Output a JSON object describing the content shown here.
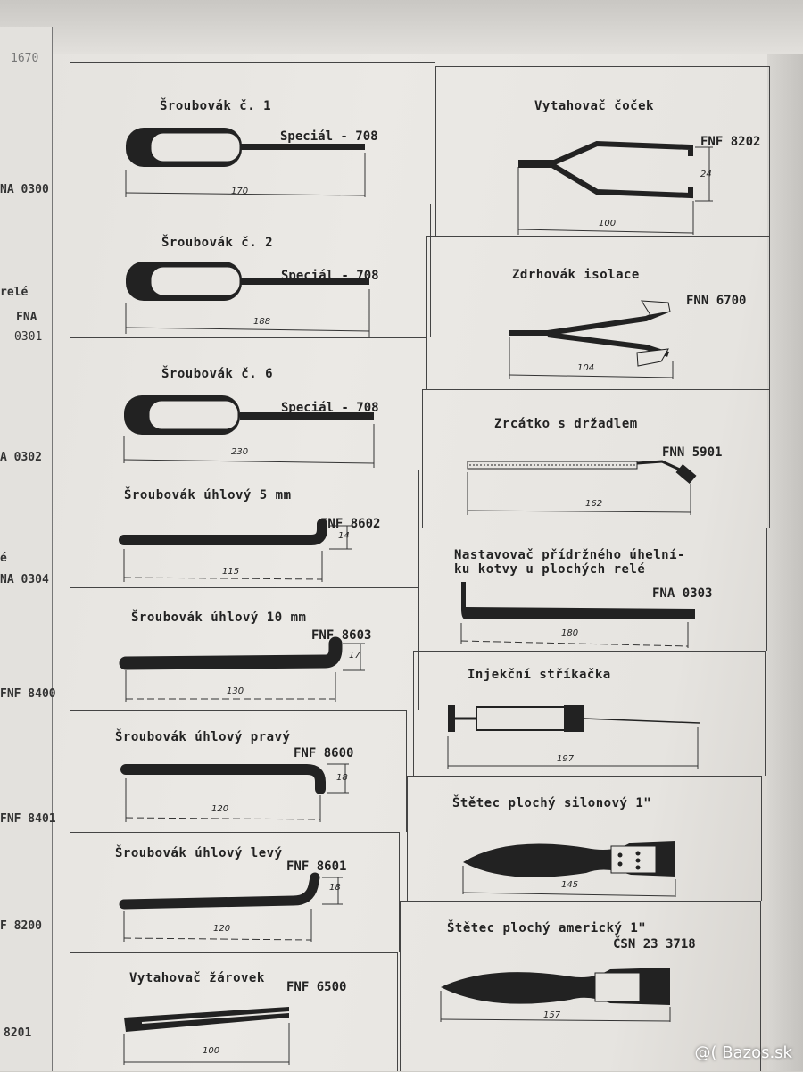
{
  "left_fragments": [
    "1670",
    "NA 0300",
    "relé",
    "FNA",
    "0301",
    "A 0302",
    "é",
    "NA 0304",
    "FNF 8400",
    "FNF 8401",
    "F 8200",
    "8201"
  ],
  "left_column": [
    {
      "title": "Šroubovák č. 1",
      "code": "Speciál - 708",
      "dimension": "170"
    },
    {
      "title": "Šroubovák č. 2",
      "code": "Speciál - 708",
      "dimension": "188"
    },
    {
      "title": "Šroubovák č. 6",
      "code": "Speciál - 708",
      "dimension": "230"
    },
    {
      "title": "Šroubovák úhlový 5 mm",
      "code": "FNF 8602",
      "dimension": "115",
      "height_dim": "14"
    },
    {
      "title": "Šroubovák úhlový 10 mm",
      "code": "FNF 8603",
      "dimension": "130",
      "height_dim": "17"
    },
    {
      "title": "Šroubovák úhlový pravý",
      "code": "FNF 8600",
      "dimension": "120",
      "height_dim": "18"
    },
    {
      "title": "Šroubovák úhlový levý",
      "code": "FNF 8601",
      "dimension": "120",
      "height_dim": "18"
    },
    {
      "title": "Vytahovač žárovek",
      "code": "FNF 6500",
      "dimension": "100"
    }
  ],
  "right_column": [
    {
      "title": "Vytahovač čoček",
      "code": "FNF 8202",
      "dimension": "100",
      "height_dim": "24"
    },
    {
      "title": "Zdrhovák isolace",
      "code": "FNN 6700",
      "dimension": "104"
    },
    {
      "title": "Zrcátko s držadlem",
      "code": "FNN 5901",
      "dimension": "162"
    },
    {
      "title": "Nastavovač přídržného úhelní-\nku kotvy u plochých relé",
      "code": "FNA 0303",
      "dimension": "180"
    },
    {
      "title": "Injekční stříkačka",
      "code": "",
      "dimension": "197"
    },
    {
      "title": "Štětec plochý silonový 1\"",
      "code": "",
      "dimension": "145"
    },
    {
      "title": "Štětec plochý americký 1\"",
      "code": "ČSN 23 3718",
      "dimension": "157"
    }
  ],
  "watermark": "@( Bazos.sk"
}
